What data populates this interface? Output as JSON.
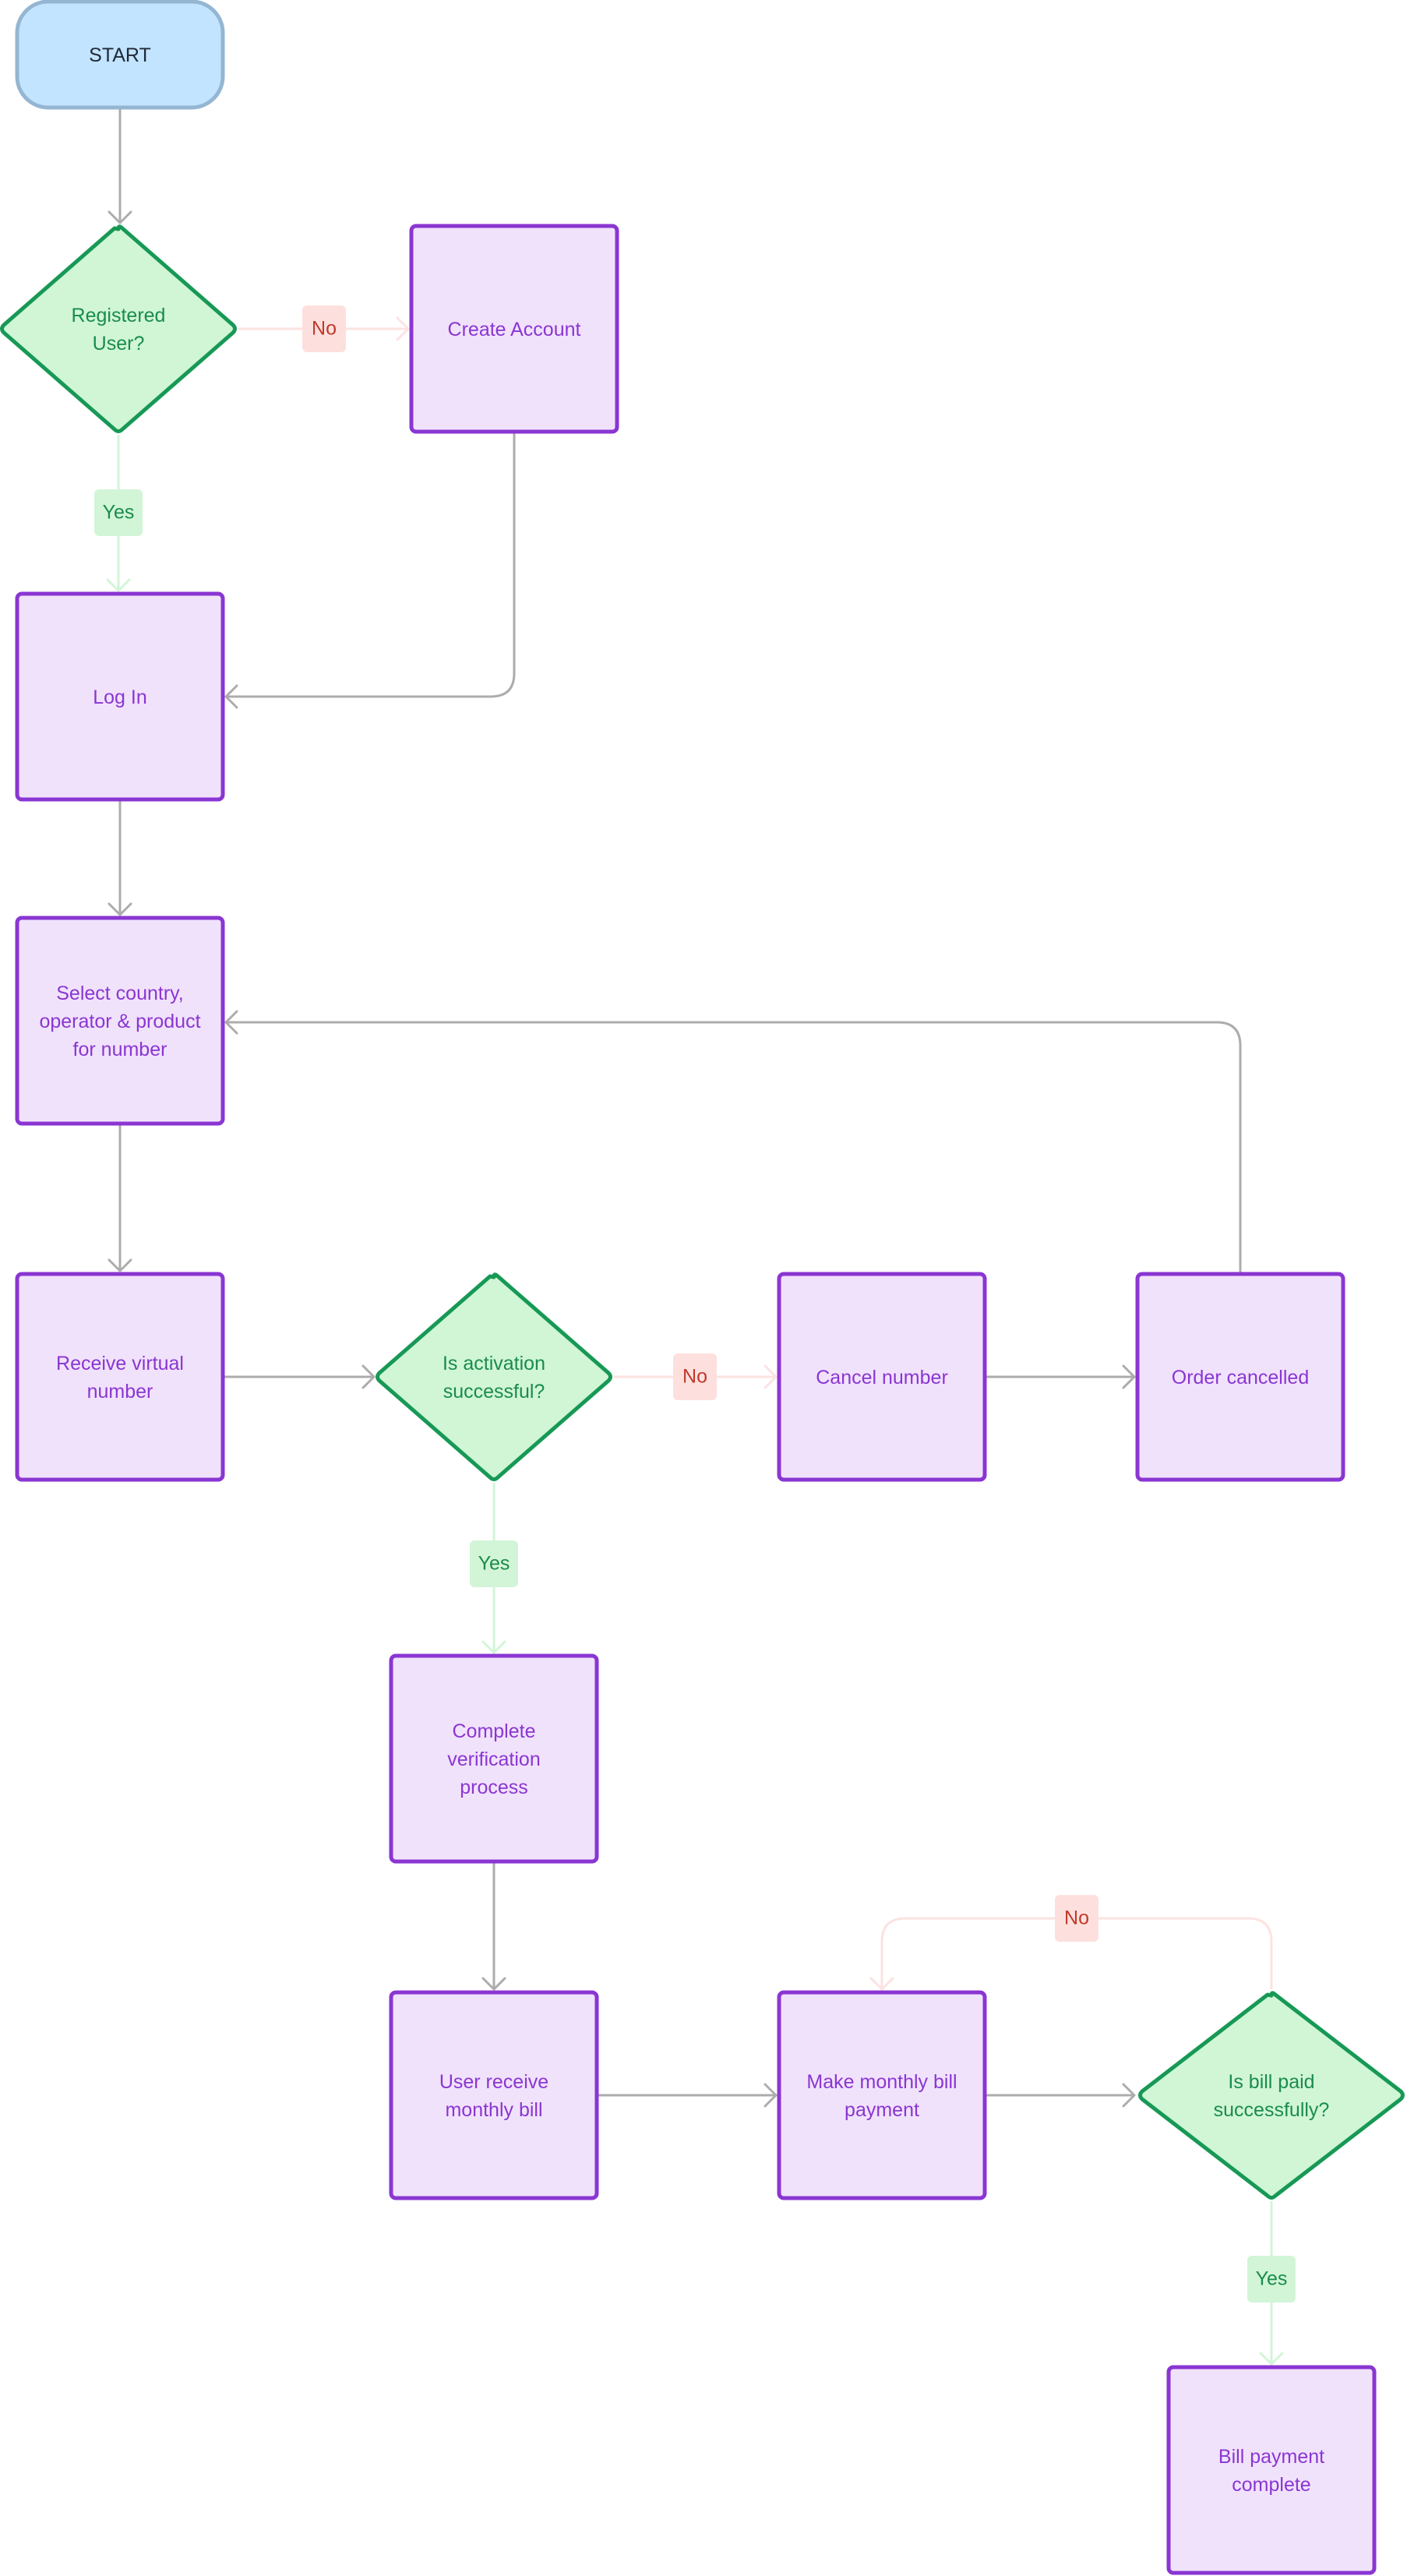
{
  "colors": {
    "start_fill": "#c2e4ff",
    "start_stroke": "#94b6d2",
    "start_text": "#1f2a36",
    "process_fill": "#f1e2fc",
    "process_stroke": "#8a36d2",
    "process_text": "#8a36d2",
    "decision_fill": "#d0f6d6",
    "decision_stroke": "#179955",
    "decision_text": "#1a8c4a",
    "arrow": "#acacac",
    "yes_line": "#d2f5d7",
    "yes_badge_fill": "#d2f5d7",
    "yes_badge_text": "#1a8c4a",
    "no_line": "#fde2e2",
    "no_badge_fill": "#fde0de",
    "no_badge_text": "#c0392b"
  },
  "nodes": [
    {
      "id": "start",
      "type": "start",
      "lines": [
        "START"
      ]
    },
    {
      "id": "registered",
      "type": "decision",
      "lines": [
        "Registered",
        "User?"
      ]
    },
    {
      "id": "create_account",
      "type": "process",
      "lines": [
        "Create Account"
      ]
    },
    {
      "id": "log_in",
      "type": "process",
      "lines": [
        "Log In"
      ]
    },
    {
      "id": "select_country",
      "type": "process",
      "lines": [
        "Select country,",
        "operator & product",
        "for number"
      ]
    },
    {
      "id": "receive_number",
      "type": "process",
      "lines": [
        "Receive virtual",
        "number"
      ]
    },
    {
      "id": "activation",
      "type": "decision",
      "lines": [
        "Is activation",
        "successful?"
      ]
    },
    {
      "id": "cancel_number",
      "type": "process",
      "lines": [
        "Cancel number"
      ]
    },
    {
      "id": "order_cancelled",
      "type": "process",
      "lines": [
        "Order cancelled"
      ]
    },
    {
      "id": "verification",
      "type": "process",
      "lines": [
        "Complete",
        "verification",
        "process"
      ]
    },
    {
      "id": "monthly_bill",
      "type": "process",
      "lines": [
        "User receive",
        "monthly bill"
      ]
    },
    {
      "id": "make_payment",
      "type": "process",
      "lines": [
        "Make monthly bill",
        "payment"
      ]
    },
    {
      "id": "bill_paid",
      "type": "decision",
      "lines": [
        "Is bill paid",
        "successfully?"
      ]
    },
    {
      "id": "payment_complete",
      "type": "process",
      "lines": [
        "Bill payment",
        "complete"
      ]
    }
  ],
  "edges": [
    {
      "id": "e_start_registered",
      "from": "start",
      "to": "registered"
    },
    {
      "id": "e_registered_create",
      "from": "registered",
      "to": "create_account",
      "label": "No",
      "kind": "no"
    },
    {
      "id": "e_registered_login",
      "from": "registered",
      "to": "log_in",
      "label": "Yes",
      "kind": "yes"
    },
    {
      "id": "e_create_login",
      "from": "create_account",
      "to": "log_in"
    },
    {
      "id": "e_login_select",
      "from": "log_in",
      "to": "select_country"
    },
    {
      "id": "e_select_receive",
      "from": "select_country",
      "to": "receive_number"
    },
    {
      "id": "e_receive_activation",
      "from": "receive_number",
      "to": "activation"
    },
    {
      "id": "e_activation_cancel",
      "from": "activation",
      "to": "cancel_number",
      "label": "No",
      "kind": "no"
    },
    {
      "id": "e_cancel_order",
      "from": "cancel_number",
      "to": "order_cancelled"
    },
    {
      "id": "e_order_select",
      "from": "order_cancelled",
      "to": "select_country"
    },
    {
      "id": "e_activation_verification",
      "from": "activation",
      "to": "verification",
      "label": "Yes",
      "kind": "yes"
    },
    {
      "id": "e_verification_bill",
      "from": "verification",
      "to": "monthly_bill"
    },
    {
      "id": "e_bill_payment",
      "from": "monthly_bill",
      "to": "make_payment"
    },
    {
      "id": "e_payment_paid",
      "from": "make_payment",
      "to": "bill_paid"
    },
    {
      "id": "e_paid_payment",
      "from": "bill_paid",
      "to": "make_payment",
      "label": "No",
      "kind": "no"
    },
    {
      "id": "e_paid_complete",
      "from": "bill_paid",
      "to": "payment_complete",
      "label": "Yes",
      "kind": "yes"
    }
  ]
}
